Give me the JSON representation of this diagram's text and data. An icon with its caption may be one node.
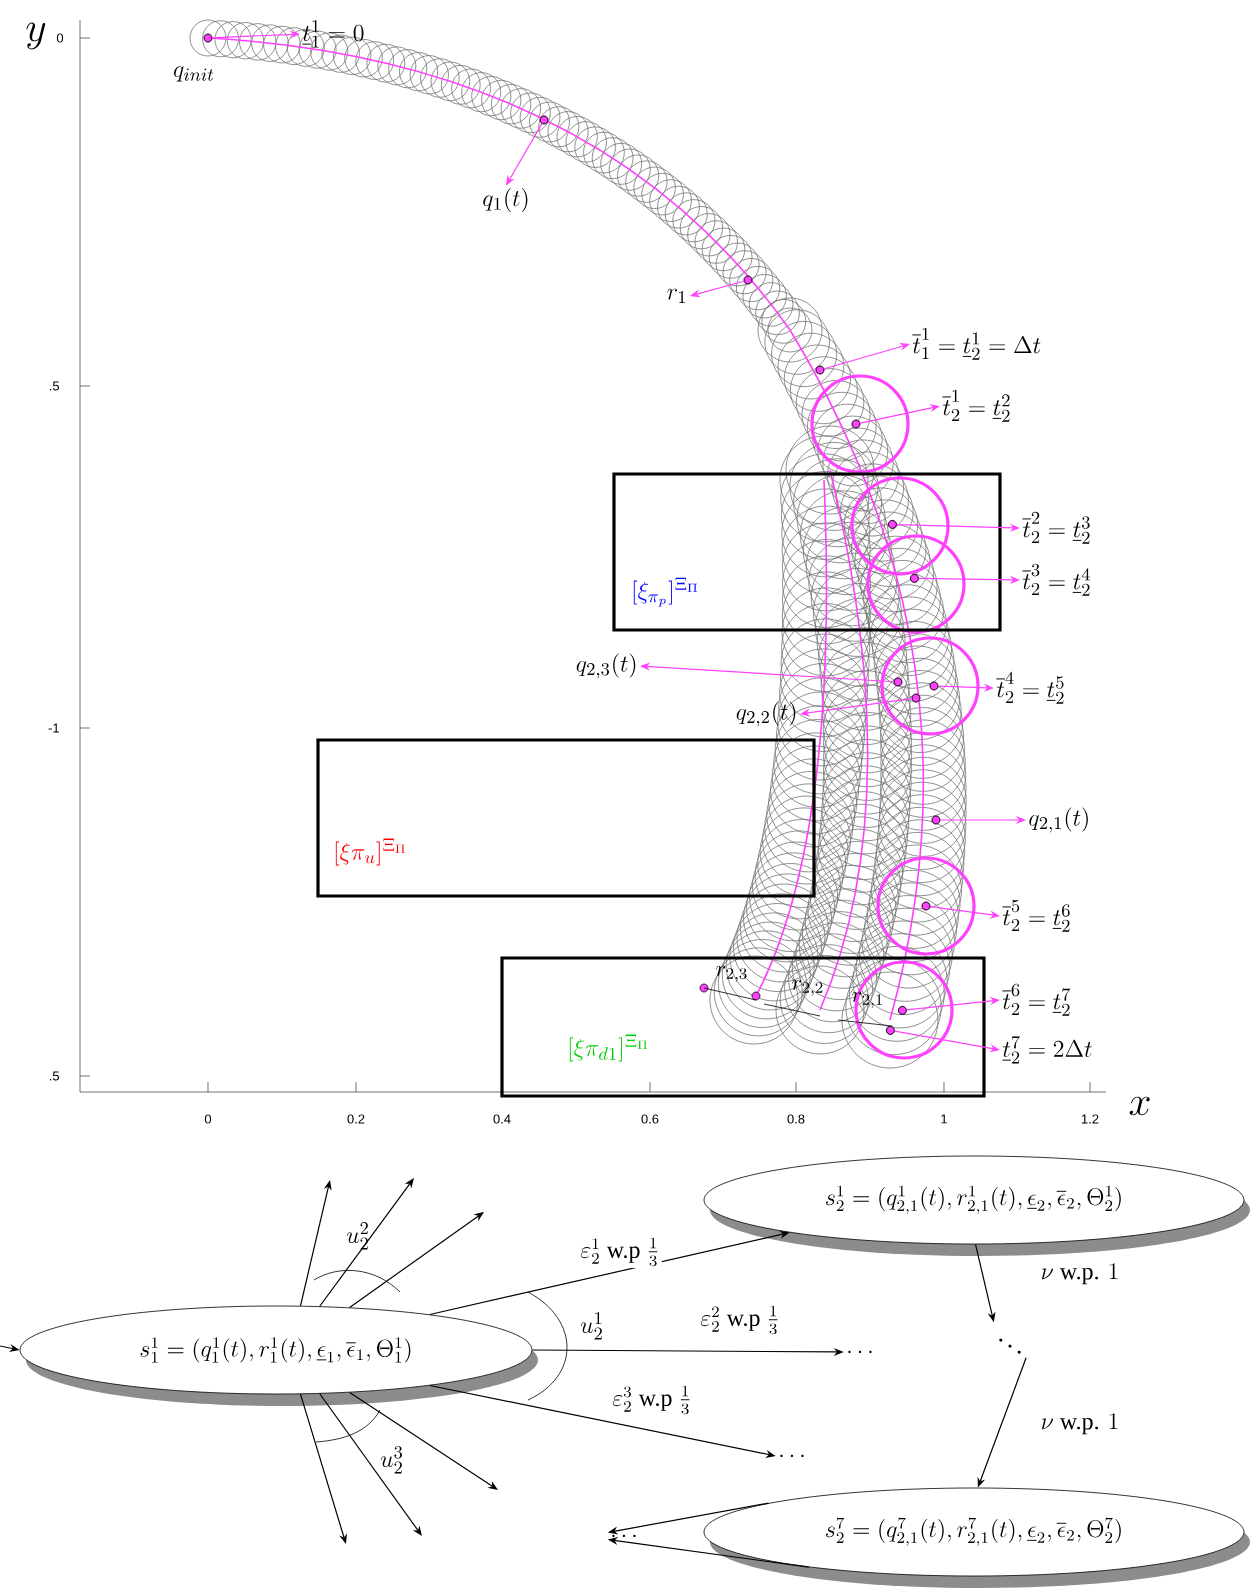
{
  "diagram": {
    "nodes": [
      {
        "text": [
          "\\underline{t}_1^1 = 0"
        ]
      },
      {
        "text": [
          "q_1(t)"
        ]
      },
      {
        "text": [
          "r_1"
        ]
      },
      {
        "text": [
          "\\overline{t}_1^1 = \\underline{t}_2^1 = \\Delta t"
        ]
      },
      {
        "text": [
          "\\overline{t}_2^1 = \\underline{t}_2^2"
        ]
      },
      {
        "text": [
          "[\\xi_{\\pi_p}]^{\\Xi_\\Pi}"
        ]
      },
      {
        "text": [
          "\\overline{t}_2^2 = \\underline{t}_2^3"
        ]
      },
      {
        "text": [
          "\\overline{t}_2^3 = \\underline{t}_2^4"
        ]
      },
      {
        "text": [
          "q_{2,3}(t)"
        ]
      },
      {
        "text": [
          "\\overline{t}_2^4 = \\underline{t}_2^5"
        ]
      },
      {
        "text": [
          "q_{2,2}(t)"
        ]
      },
      {
        "text": [
          "[\\xi\\pi_u]^{\\Xi_\\Pi}"
        ]
      },
      {
        "text": [
          "q_{2,1}(t)"
        ]
      },
      {
        "text": [
          "\\overline{t}_2^5 = \\underline{t}_2^6"
        ]
      },
      {
        "text": [
          "[\\xi\\pi_{d1}]^{\\Xi_\\Pi}"
        ]
      },
      {
        "text": [
          "\\overline{t}_2^6 = \\underline{t}_2^7"
        ]
      },
      {
        "text": [
          "\\underline{t}_2^7 = 2\\Delta t"
        ]
      },
      {
        "text": [
          "s_1^1 = (q_1^1(t), r_1^1(t), \\underline{\\epsilon}_1, \\overline{\\epsilon}_1, \\Theta_1^1)"
        ]
      },
      {
        "text": [
          "s_2^1 = (q_{2,1}^1(t), r_{2,1}^1(t), \\underline{\\epsilon}_2, \\overline{\\epsilon}_2, \\Theta_2^1)"
        ]
      },
      {
        "text": [
          "\\ldots"
        ]
      },
      {
        "text": [
          "\\ldots"
        ]
      },
      {
        "text": [
          "\\ddots"
        ]
      },
      {
        "text": [
          "s_2^7 = (q_{2,1}^7(t), r_{2,1}^7(t), \\underline{\\epsilon}_2, \\overline{\\epsilon}_2, \\Theta_2^7)"
        ]
      },
      {
        "text": [
          "\\ldots"
        ]
      },
      {
        "text": [],
        "shape": "circle"
      },
      {
        "text": [],
        "shape": "circle"
      },
      {
        "text": [],
        "shape": "circle"
      },
      {
        "text": [],
        "shape": "circle"
      },
      {
        "text": [],
        "shape": "circle"
      },
      {
        "text": [],
        "shape": "circle",
        "in": 5
      },
      {
        "text": [],
        "shape": "circle",
        "in": 5
      },
      {
        "text": [],
        "shape": "circle"
      },
      {
        "text": [],
        "shape": "circle"
      },
      {
        "text": [],
        "shape": "circle"
      },
      {
        "text": [],
        "shape": "circle"
      },
      {
        "text": [],
        "shape": "circle"
      },
      {
        "text": [],
        "shape": "circle",
        "in": 14
      },
      {
        "text": [],
        "shape": "circle",
        "in": 14
      }
    ],
    "edges": [
      {
        "from": 24,
        "to": 0,
        "arrow": "to",
        "color": "#ff40ff"
      },
      {
        "from": 25,
        "to": 1,
        "arrow": "to",
        "color": "#ff40ff"
      },
      {
        "from": 26,
        "to": 2,
        "arrow": "to",
        "color": "#ff40ff"
      },
      {
        "from": 27,
        "to": 3,
        "arrow": "to",
        "color": "#ff40ff"
      },
      {
        "from": 28,
        "to": 4,
        "arrow": "to",
        "color": "#ff40ff"
      },
      {
        "from": 29,
        "to": 6,
        "arrow": "to",
        "color": "#ff40ff"
      },
      {
        "from": 30,
        "to": 7,
        "arrow": "to",
        "color": "#ff40ff"
      },
      {
        "from": 31,
        "to": 8,
        "arrow": "to",
        "color": "#ff40ff"
      },
      {
        "from": 32,
        "to": 9,
        "arrow": "to",
        "color": "#ff40ff"
      },
      {
        "from": 33,
        "to": 10,
        "arrow": "to",
        "color": "#ff40ff"
      },
      {
        "from": 34,
        "to": 12,
        "arrow": "to",
        "color": "#ff40ff"
      },
      {
        "from": 35,
        "to": 13,
        "arrow": "to",
        "color": "#ff40ff"
      },
      {
        "from": 36,
        "to": 15,
        "arrow": "to",
        "color": "#ff40ff"
      },
      {
        "from": 37,
        "to": 16,
        "arrow": "to",
        "color": "#ff40ff"
      },
      {
        "from": null,
        "to": 17,
        "arrow": "to",
        "color": "#000000"
      },
      {
        "from": 17,
        "to": 18,
        "arrow": "to",
        "color": "#000000",
        "label": "\\varepsilon_2^1 \\text{ w.p } \\tfrac{1}{3}"
      },
      {
        "from": 17,
        "to": 19,
        "arrow": "to",
        "color": "#000000",
        "label": "\\varepsilon_2^2 \\text{ w.p } \\tfrac{1}{3}"
      },
      {
        "from": 17,
        "to": 20,
        "arrow": "to",
        "color": "#000000",
        "label": "\\varepsilon_2^3 \\text{ w.p } \\tfrac{1}{3}"
      },
      {
        "from": 17,
        "to": null,
        "arrow": "to",
        "color": "#000000"
      },
      {
        "from": 17,
        "to": null,
        "arrow": "to",
        "color": "#000000"
      },
      {
        "from": 17,
        "to": null,
        "arrow": "to",
        "color": "#000000"
      },
      {
        "from": 17,
        "to": null,
        "arrow": "to",
        "color": "#000000"
      },
      {
        "from": 17,
        "to": null,
        "arrow": "to",
        "color": "#000000"
      },
      {
        "from": 17,
        "to": null,
        "arrow": "to",
        "color": "#000000"
      },
      {
        "from": 18,
        "to": 21,
        "arrow": "to",
        "color": "#000000",
        "label": "\\nu \\text{ w.p. } 1"
      },
      {
        "from": 21,
        "to": 22,
        "arrow": "to",
        "color": "#000000",
        "label": "\\nu \\text{ w.p. } 1"
      },
      {
        "from": 22,
        "to": 23,
        "arrow": "to",
        "color": "#000000"
      },
      {
        "from": 22,
        "to": 23,
        "arrow": "to",
        "color": "#000000"
      }
    ],
    "labels": [
      "y",
      "0",
      ".5",
      "-1",
      ".5",
      "q_{init}",
      "r_{2,3}",
      "r_{2,2}",
      "r_{2,1}",
      "0",
      "0.2",
      "0.4",
      "0.6",
      "0.8",
      "1",
      "1.2",
      "x",
      "u_2^2",
      "u_2^1",
      "u_2^3"
    ]
  }
}
